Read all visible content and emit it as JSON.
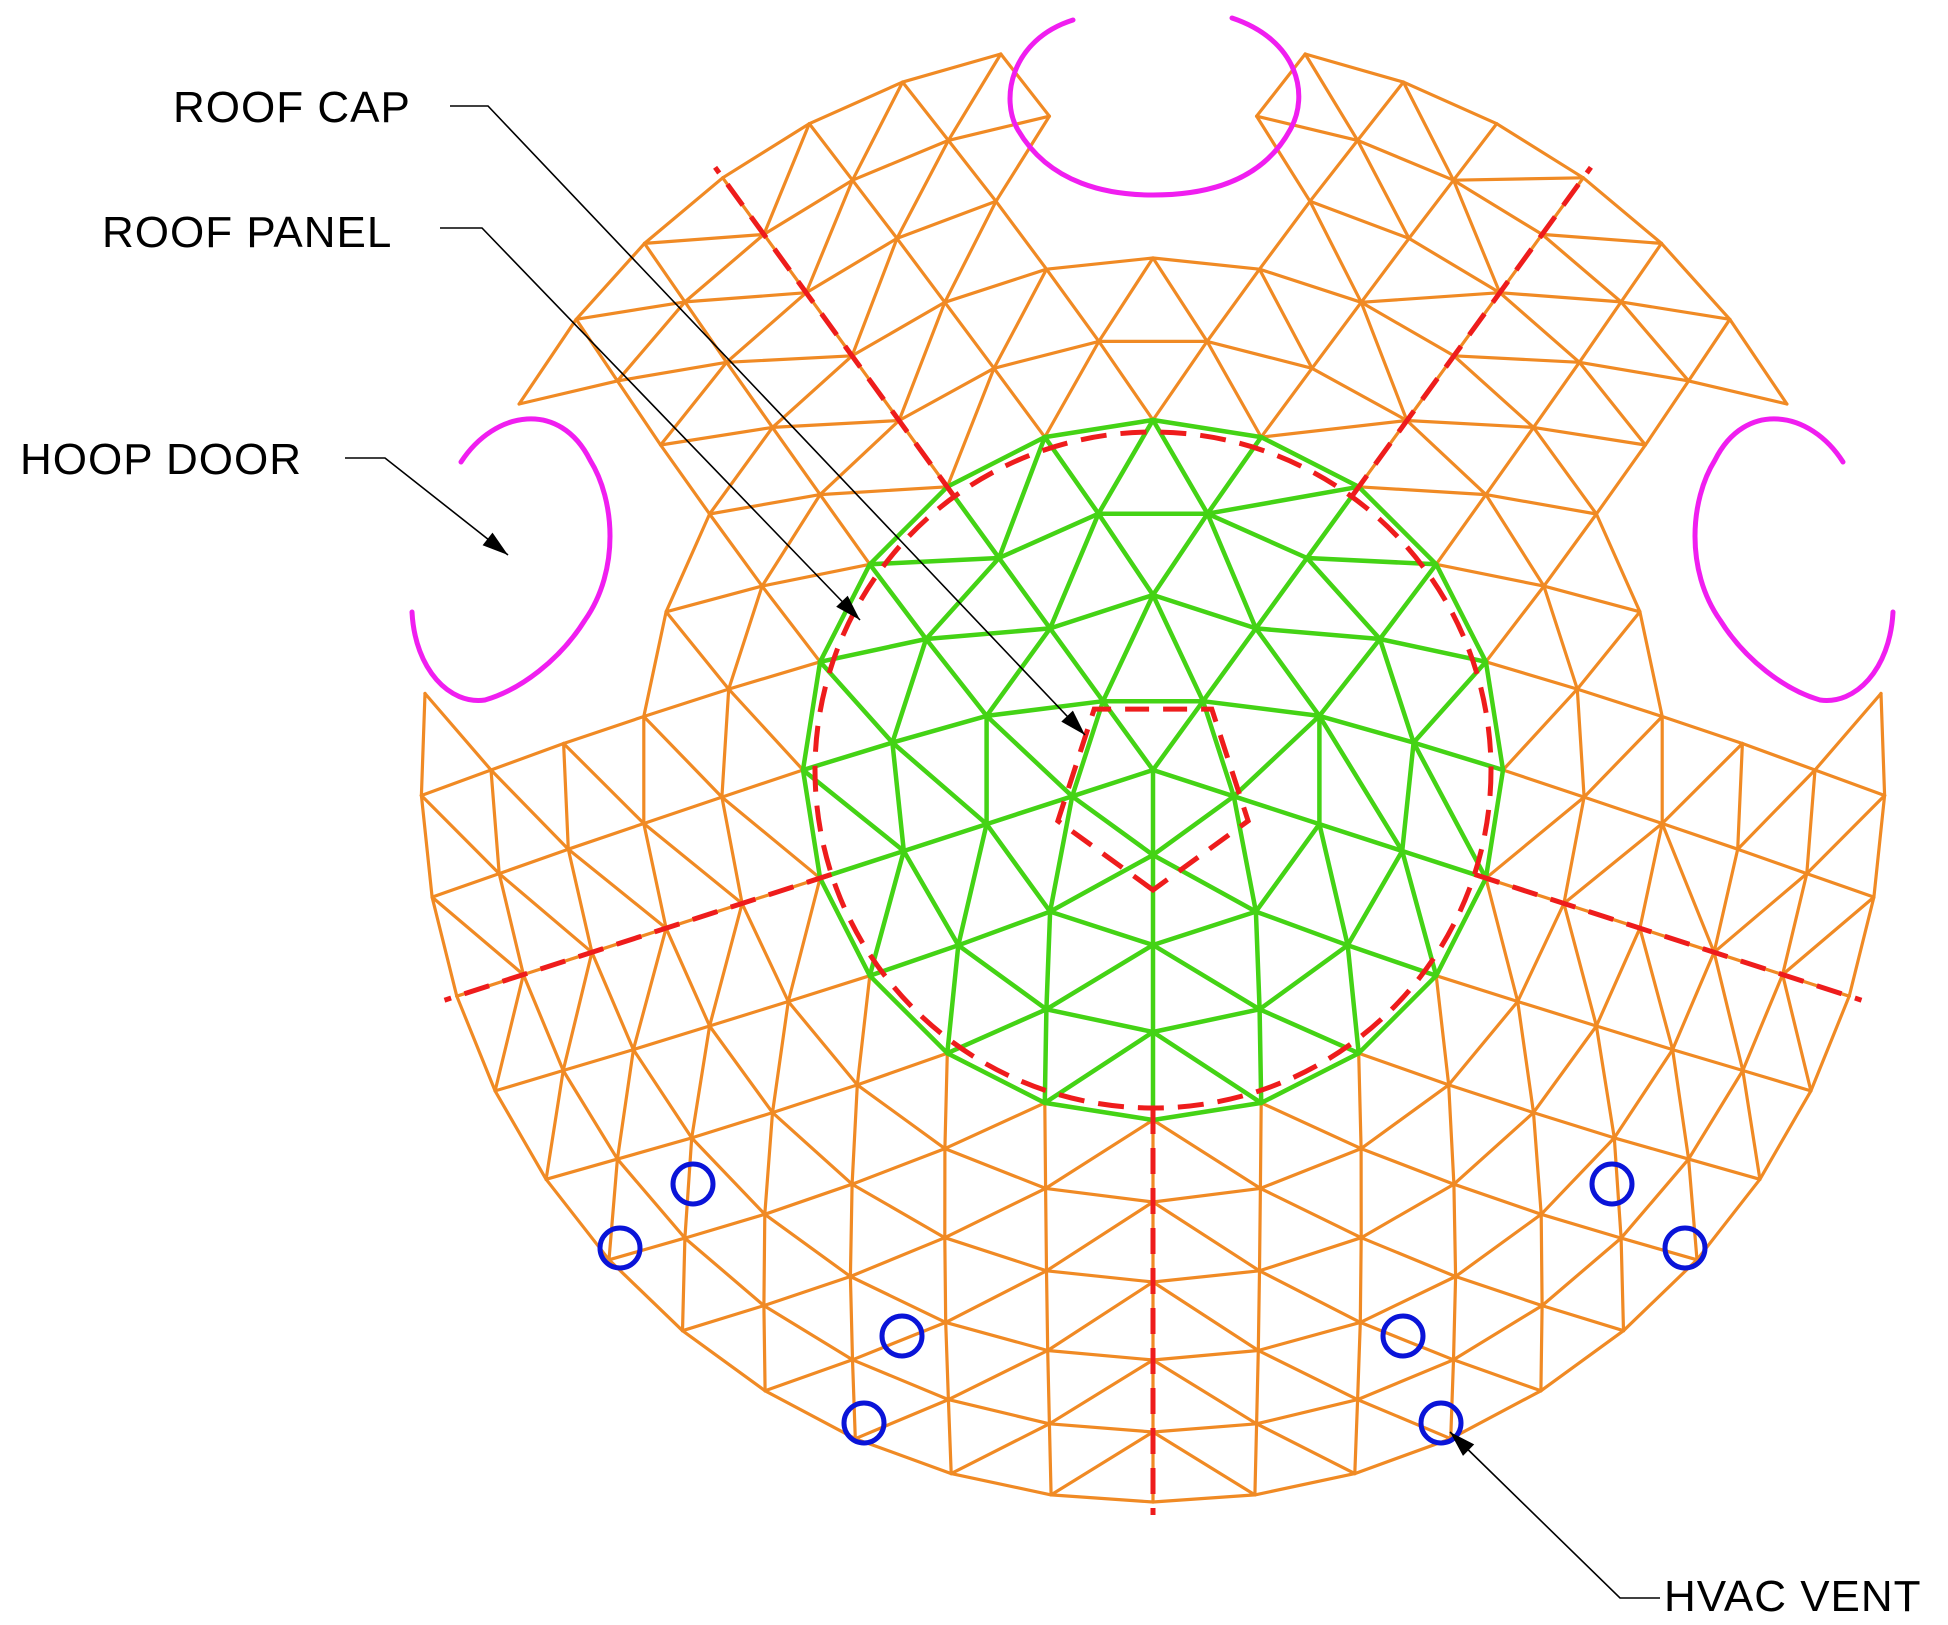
{
  "labels": {
    "roof_cap": "ROOF CAP",
    "roof_panel": "ROOF PANEL",
    "hoop_door": "HOOP DOOR",
    "hvac_vent": "HVAC VENT"
  },
  "colors": {
    "outer_frame": "#f08a24",
    "roof_panel_frame": "#44d315",
    "cut_lines": "#ee1c1c",
    "hoop_door": "#f01ef0",
    "hvac_vent": "#0a14d8",
    "leader": "#000000"
  },
  "counts": {
    "hoop_doors": 3,
    "hvac_vents": 8
  }
}
